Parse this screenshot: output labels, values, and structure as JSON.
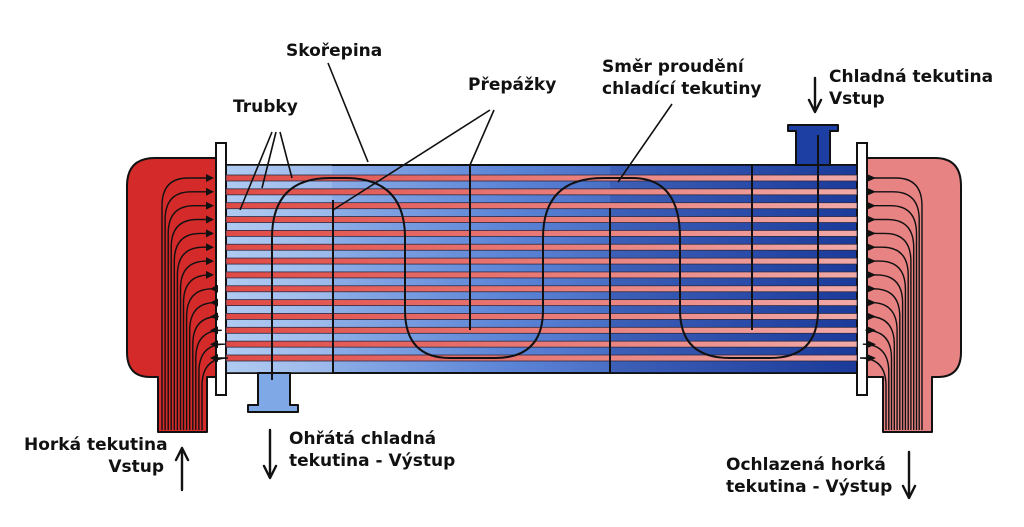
{
  "labels": {
    "shell": "Skořepina",
    "tubes": "Trubky",
    "baffles": "Přepážky",
    "flow_direction": [
      "Směr proudění",
      "chladící tekutiny"
    ],
    "cold_inlet": [
      "Chladná tekutina",
      "Vstup"
    ],
    "hot_inlet": [
      "Horká tekutina",
      "Vstup"
    ],
    "warmed_cold_outlet": [
      "Ohřátá chladná",
      "tekutina - Výstup"
    ],
    "cooled_hot_outlet": [
      "Ochlazená horká",
      "tekutina - Výstup"
    ]
  },
  "colors": {
    "hot": "#d42a2a",
    "cooled_hot": "#e88384",
    "cold": "#1d3fa4",
    "warmed_cold": "#7fa8e6",
    "outline": "#111111"
  },
  "tube_count": 14
}
